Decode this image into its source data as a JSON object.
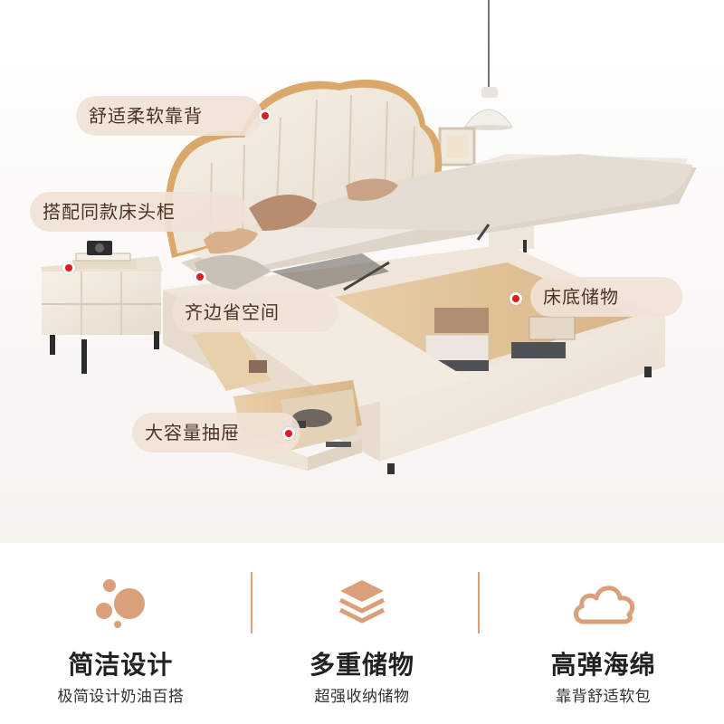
{
  "callouts": {
    "headboard": "舒适柔软靠背",
    "nightstand": "搭配同款床头柜",
    "flush": "齐边省空间",
    "under_bed": "床底储物",
    "drawer": "大容量抽屉"
  },
  "features": [
    {
      "icon": "dots-icon",
      "title": "简洁设计",
      "subtitle": "极简设计奶油百搭"
    },
    {
      "icon": "layers-icon",
      "title": "多重储物",
      "subtitle": "超强收纳储物"
    },
    {
      "icon": "cloud-icon",
      "title": "高弹海绵",
      "subtitle": "靠背舒适软包"
    }
  ],
  "colors": {
    "accent": "#d9a07a",
    "callout_bg": "#f0e2d6",
    "marker": "#e11b1b",
    "cream": "#f3ebe0",
    "gold_trim": "#d9a86a"
  }
}
